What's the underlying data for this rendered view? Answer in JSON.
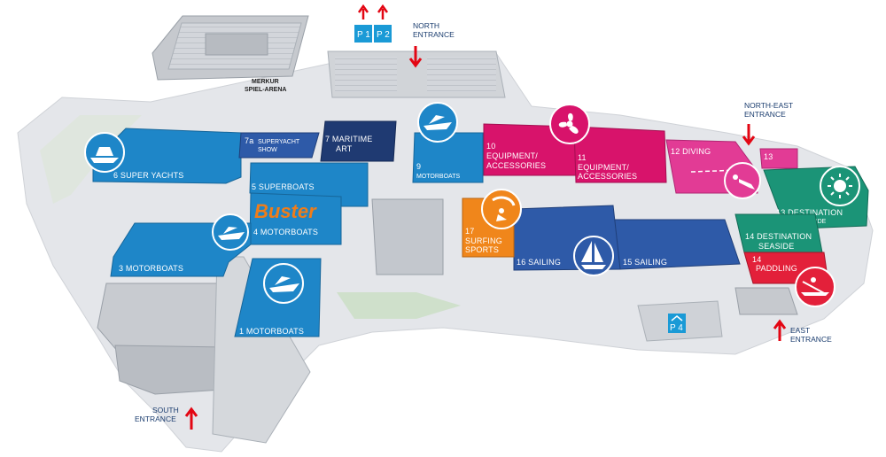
{
  "colors": {
    "hall_blue": "#1e86c8",
    "hall_darkblue": "#2e5aa8",
    "hall_navy": "#1f3a72",
    "hall_magenta": "#d8136b",
    "hall_pink": "#e23b95",
    "hall_teal": "#1b9477",
    "hall_red": "#e3203a",
    "hall_orange": "#f0861b",
    "arrow_red": "#e30613",
    "parking_blue": "#1a9ad6",
    "ground": "#e4e6ea"
  },
  "arena": {
    "line1": "MERKUR",
    "line2": "SPIEL-ARENA"
  },
  "parking": [
    {
      "label": "P 1"
    },
    {
      "label": "P 2"
    },
    {
      "label": "P 4"
    }
  ],
  "entrances": {
    "north": {
      "line1": "NORTH",
      "line2": "ENTRANCE"
    },
    "north_east": {
      "line1": "NORTH-EAST",
      "line2": "ENTRANCE"
    },
    "east": {
      "line1": "EAST",
      "line2": "ENTRANCE"
    },
    "south": {
      "line1": "SOUTH",
      "line2": "ENTRANCE"
    }
  },
  "brand": {
    "text": "Buster"
  },
  "halls": {
    "h1": {
      "lines": [
        "1 MOTORBOATS"
      ]
    },
    "h3": {
      "lines": [
        "3 MOTORBOATS"
      ]
    },
    "h4": {
      "lines": [
        "4 MOTORBOATS"
      ]
    },
    "h5": {
      "lines": [
        "5 SUPERBOATS"
      ]
    },
    "h6": {
      "lines": [
        "6 SUPER YACHTS"
      ]
    },
    "h7a": {
      "num": "7a",
      "lines": [
        "SUPERYACHT",
        "SHOW"
      ]
    },
    "h7": {
      "lines": [
        "7 MARITIME",
        "ART"
      ]
    },
    "h9": {
      "lines": [
        "9",
        "MOTORBOATS"
      ]
    },
    "h10": {
      "lines": [
        "10",
        "EQUIPMENT/",
        "ACCESSORIES"
      ]
    },
    "h11": {
      "lines": [
        "11",
        "EQUIPMENT/",
        "ACCESSORIES"
      ]
    },
    "h12": {
      "lines": [
        "12 DIVING"
      ]
    },
    "h13": {
      "lines": [
        "13"
      ]
    },
    "h13b": {
      "lines": [
        "13 DESTINATION",
        "SEASIDE"
      ]
    },
    "h14a": {
      "lines": [
        "14 DESTINATION",
        "SEASIDE"
      ]
    },
    "h14b": {
      "lines": [
        "14",
        "PADDLING"
      ]
    },
    "h15": {
      "lines": [
        "15 SAILING"
      ]
    },
    "h16": {
      "lines": [
        "16 SAILING"
      ]
    },
    "h17": {
      "lines": [
        "17",
        "SURFING",
        "SPORTS"
      ]
    }
  },
  "icons": [
    "superyacht-icon",
    "motorboat-icon",
    "propeller-icon",
    "diver-icon",
    "sun-icon",
    "kitesurfer-icon",
    "sailboat-icon",
    "kayak-icon"
  ]
}
